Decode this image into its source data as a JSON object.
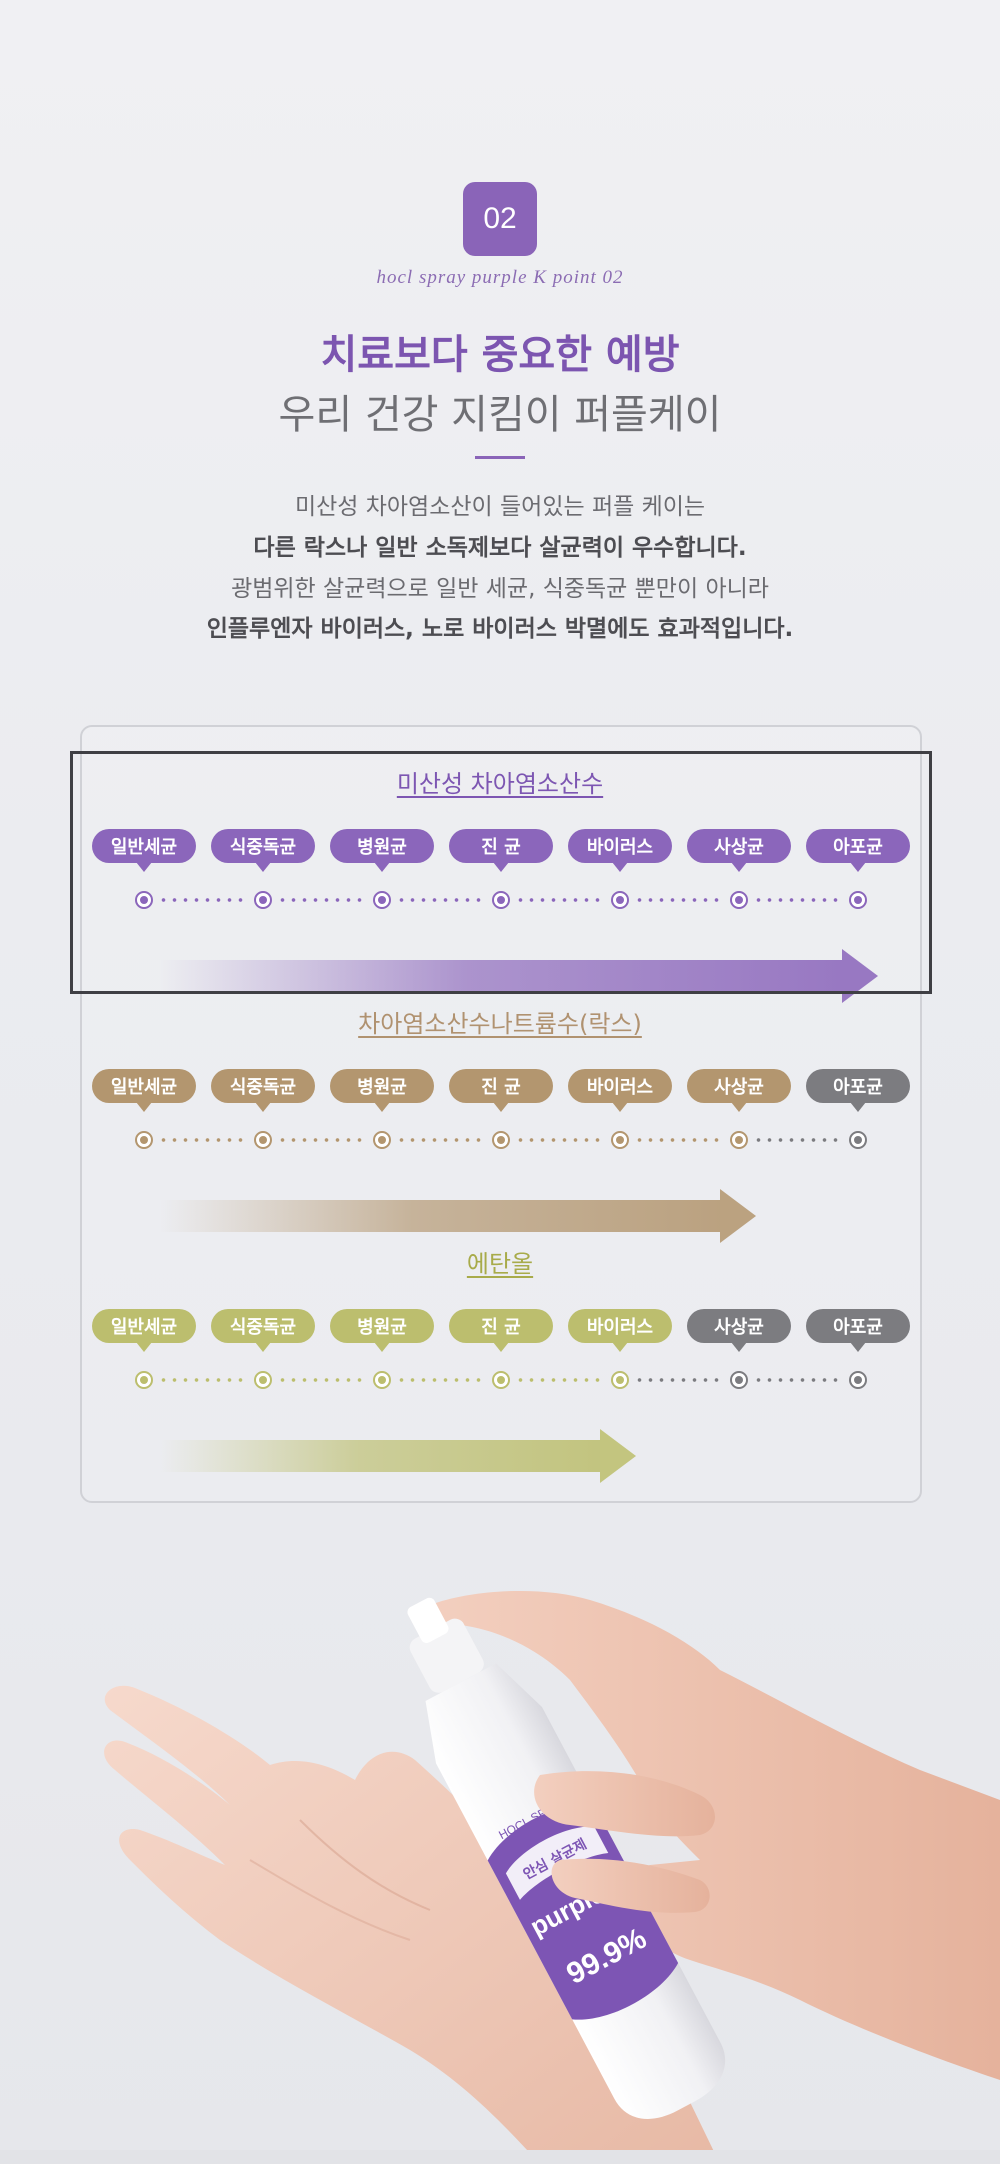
{
  "header": {
    "badge": "02",
    "subtitle": "hocl spray purple K point 02",
    "title_line1": "치료보다 중요한 예방",
    "title_line2": "우리 건강 지킴이 퍼플케이"
  },
  "description": {
    "line1": "미산성 차아염소산이 들어있는 퍼플 케이는",
    "line2": "다른 락스나 일반 소독제보다 살균력이 우수합니다.",
    "line3": "광범위한 살균력으로 일반 세균, 식중독균 뿐만이 아니라",
    "line4": "인플루엔자 바이러스, 노로 바이러스 박멸에도 효과적입니다."
  },
  "comparison": {
    "rows": [
      {
        "title": "미산성 차아염소산수",
        "title_color": "#7d56b2",
        "active_color": "#8b66bb",
        "inactive_color": "#7c7c80",
        "active_count": 7,
        "labels": [
          "일반세균",
          "식중독균",
          "병원균",
          "진 균",
          "바이러스",
          "사상균",
          "아포균"
        ]
      },
      {
        "title": "차아염소산수나트륨수(락스)",
        "title_color": "#b09270",
        "active_color": "#b3966f",
        "inactive_color": "#7c7c80",
        "active_count": 6,
        "labels": [
          "일반세균",
          "식중독균",
          "병원균",
          "진 균",
          "바이러스",
          "사상균",
          "아포균"
        ]
      },
      {
        "title": "에탄올",
        "title_color": "#a8ab4a",
        "active_color": "#bcbe6e",
        "inactive_color": "#7c7c80",
        "active_count": 5,
        "labels": [
          "일반세균",
          "식중독균",
          "병원균",
          "진 균",
          "바이러스",
          "사상균",
          "아포균"
        ]
      }
    ]
  },
  "illustration": {
    "bottle_brand_small": "HOCL SPRAY",
    "bottle_label_line": "안심 살균제",
    "bottle_brand": "purple K",
    "bottle_percent": "99.9%"
  }
}
